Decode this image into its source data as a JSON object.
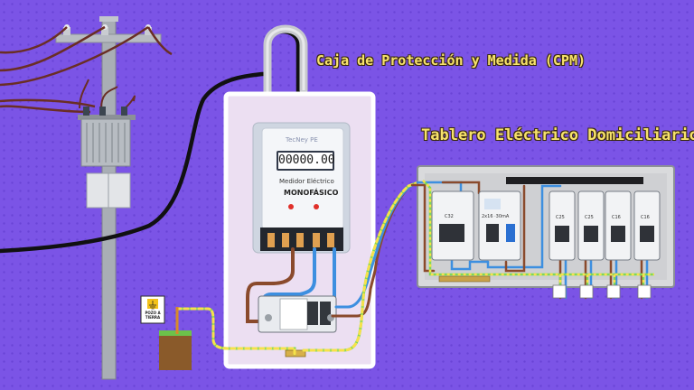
{
  "titles": {
    "cpm": "Caja de Protección y Medida (CPM)",
    "tablero": "Tablero Eléctrico Domiciliario"
  },
  "meter": {
    "brand": "TecNey PE",
    "reading": "00000.00",
    "label": "Medidor Eléctrico",
    "phase": "MONOFÁSICO"
  },
  "ground_sign": "POZO A TIERRA",
  "breakers": {
    "main": "C32",
    "rcd": "2x16 ·30mA",
    "circuits": [
      "C25",
      "C25",
      "C16",
      "C16"
    ]
  },
  "colors": {
    "background": "#7b54e6",
    "title_text": "#f7e26b",
    "wire_live": "#8a4a2c",
    "wire_neutral": "#3d8fe0",
    "wire_ground": "#7ed957",
    "wire_supply": "#111111"
  }
}
